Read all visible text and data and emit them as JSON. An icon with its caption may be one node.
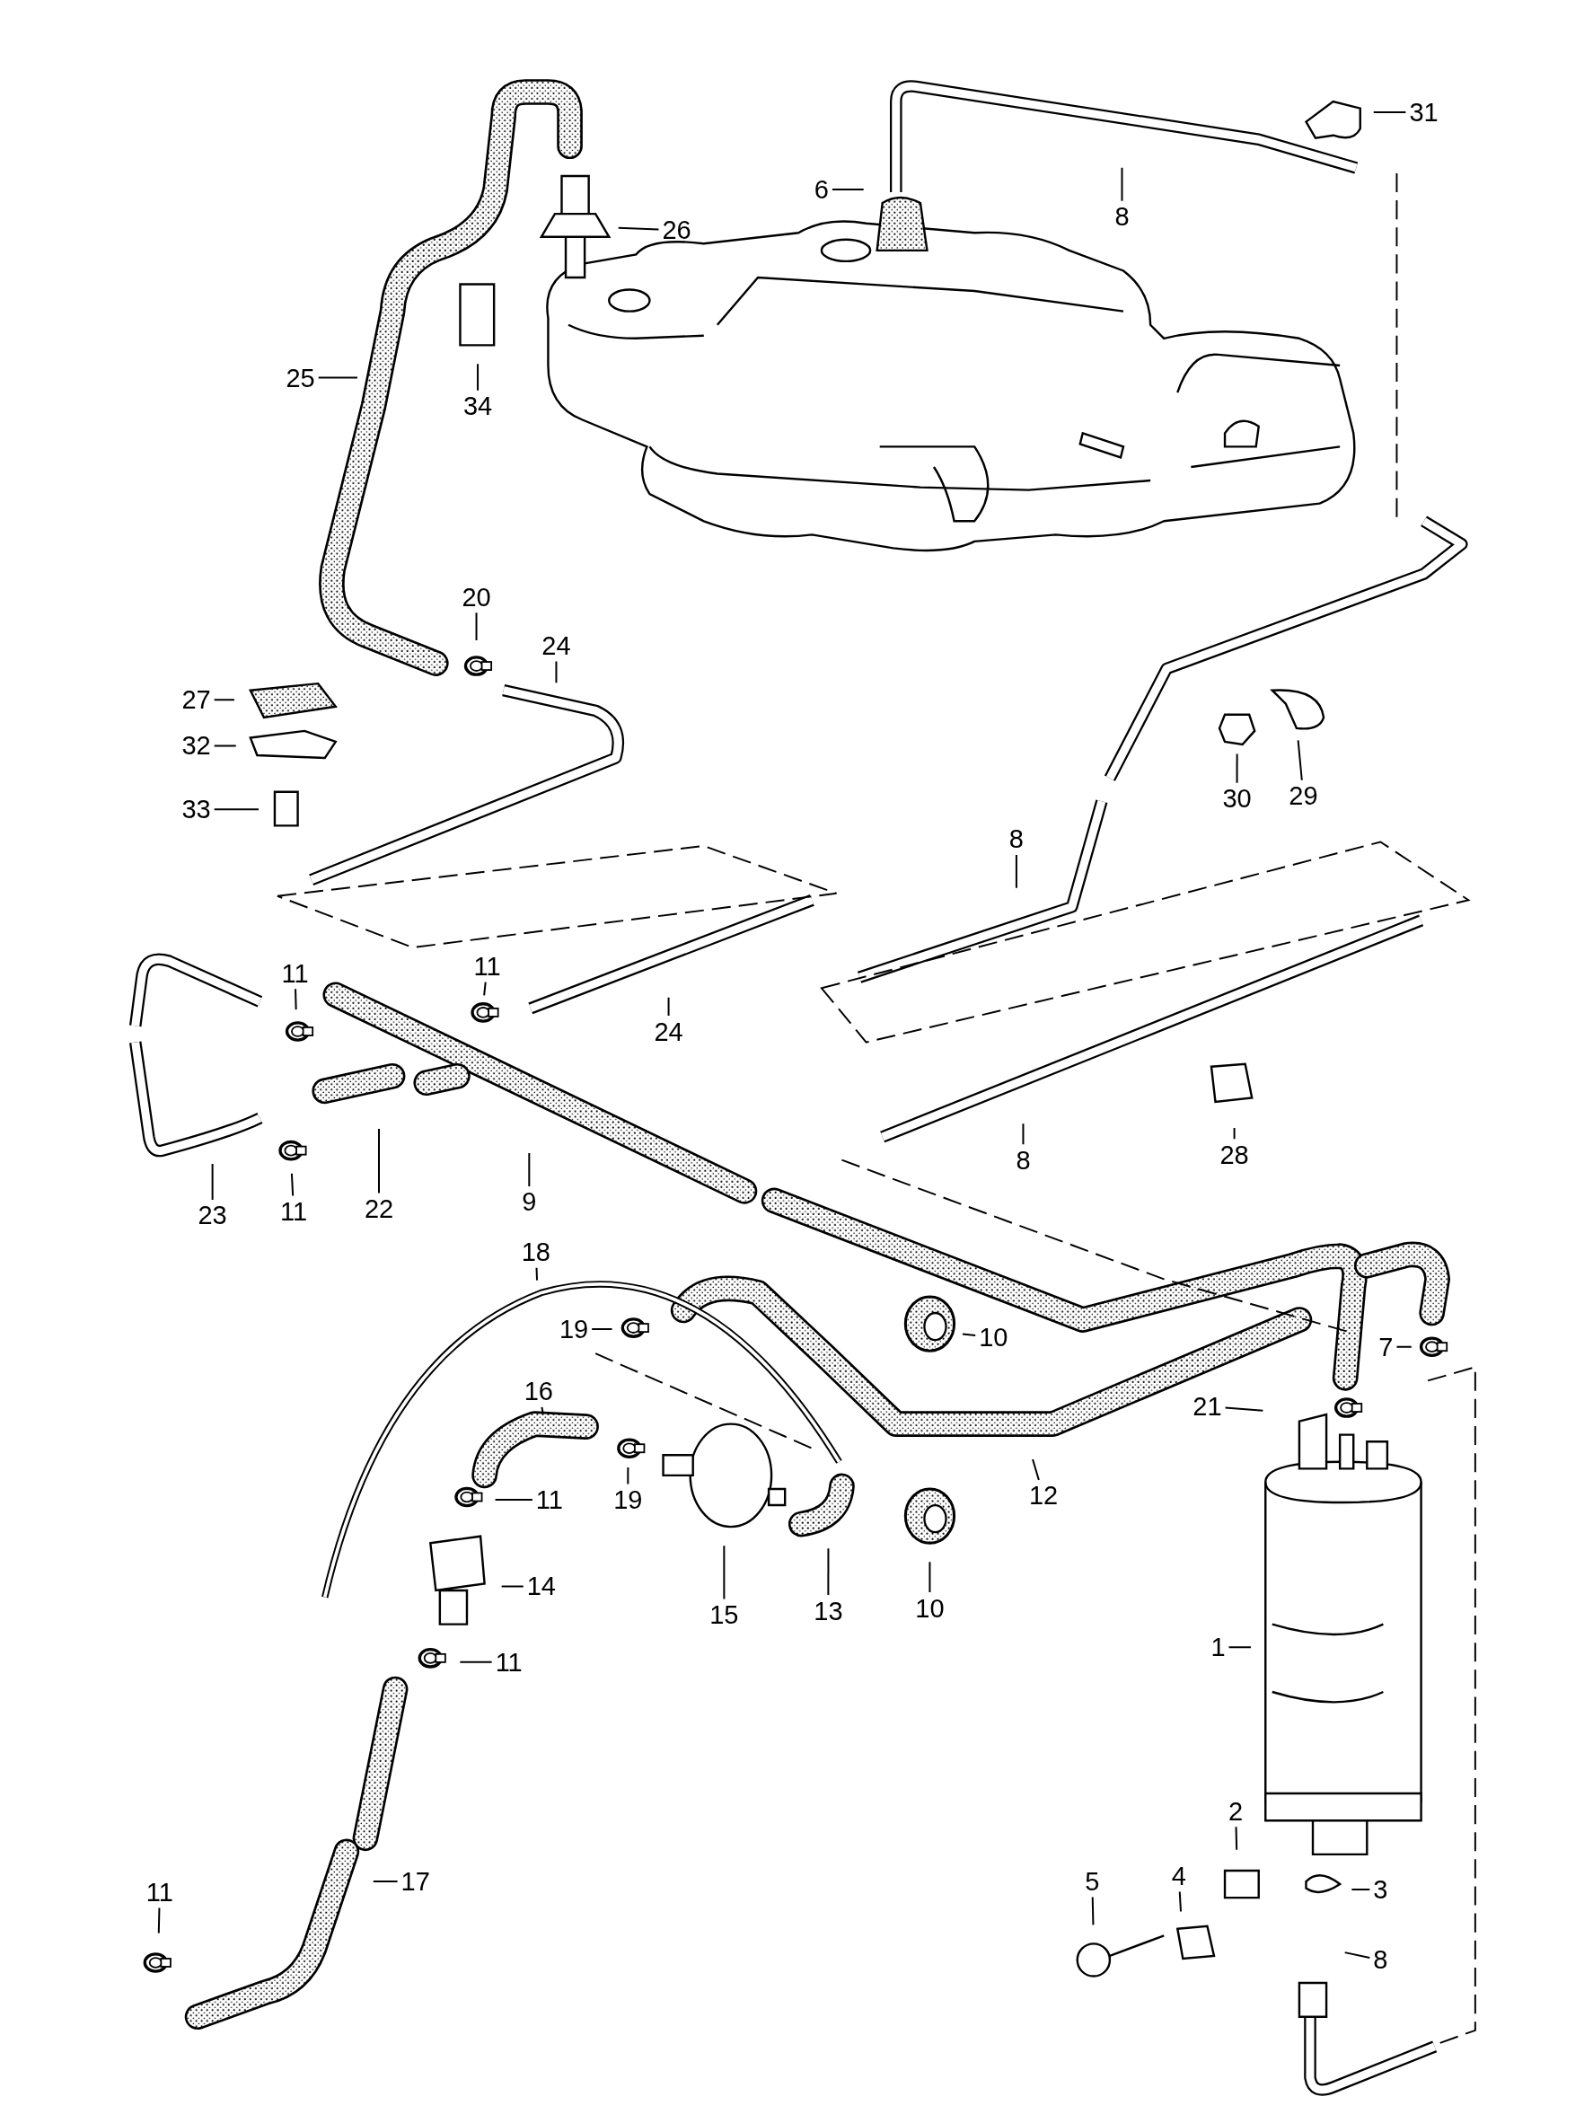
{
  "diagram": {
    "nodes": [
      {
        "text": [
          "31"
        ]
      },
      {
        "text": [
          "6"
        ]
      },
      {
        "text": [
          "26"
        ]
      },
      {
        "text": [
          "8"
        ]
      },
      {
        "text": [
          "25"
        ]
      },
      {
        "text": [
          "34"
        ]
      },
      {
        "text": [
          "20"
        ]
      },
      {
        "text": [
          "24"
        ]
      },
      {
        "text": [
          "27"
        ]
      },
      {
        "text": [
          "32"
        ]
      },
      {
        "text": [
          "30"
        ]
      },
      {
        "text": [
          "29"
        ]
      },
      {
        "text": [
          "33"
        ]
      },
      {
        "text": [
          "8"
        ]
      },
      {
        "text": [
          "11"
        ]
      },
      {
        "text": [
          "11"
        ]
      },
      {
        "text": [
          "24"
        ]
      },
      {
        "text": [
          "28"
        ]
      },
      {
        "text": [
          "8"
        ]
      },
      {
        "text": [
          "11"
        ]
      },
      {
        "text": [
          "23"
        ]
      },
      {
        "text": [
          "22"
        ]
      },
      {
        "text": [
          "9"
        ]
      },
      {
        "text": [
          "18"
        ]
      },
      {
        "text": [
          "19"
        ]
      },
      {
        "text": [
          "10"
        ]
      },
      {
        "text": [
          "7"
        ]
      },
      {
        "text": [
          "16"
        ]
      },
      {
        "text": [
          "21"
        ]
      },
      {
        "text": [
          "12"
        ]
      },
      {
        "text": [
          "11"
        ]
      },
      {
        "text": [
          "19"
        ]
      },
      {
        "text": [
          "14"
        ]
      },
      {
        "text": [
          "15"
        ]
      },
      {
        "text": [
          "13"
        ]
      },
      {
        "text": [
          "10"
        ]
      },
      {
        "text": [
          "1"
        ]
      },
      {
        "text": [
          "11"
        ]
      },
      {
        "text": [
          "17"
        ]
      },
      {
        "text": [
          "2"
        ]
      },
      {
        "text": [
          "4"
        ]
      },
      {
        "text": [
          "3"
        ]
      },
      {
        "text": [
          "11"
        ]
      },
      {
        "text": [
          "5"
        ]
      },
      {
        "text": [
          "8"
        ]
      }
    ],
    "edges": [
      {
        "from": 0,
        "to": null,
        "arrow": "none"
      },
      {
        "from": 1,
        "to": null,
        "arrow": "none"
      },
      {
        "from": 2,
        "to": null,
        "arrow": "none"
      },
      {
        "from": 3,
        "to": null,
        "arrow": "none"
      },
      {
        "from": 4,
        "to": null,
        "arrow": "none"
      },
      {
        "from": 5,
        "to": null,
        "arrow": "none"
      },
      {
        "from": 6,
        "to": null,
        "arrow": "none"
      },
      {
        "from": 7,
        "to": null,
        "arrow": "none"
      },
      {
        "from": 8,
        "to": null,
        "arrow": "none"
      },
      {
        "from": 9,
        "to": null,
        "arrow": "none"
      },
      {
        "from": 10,
        "to": null,
        "arrow": "none"
      },
      {
        "from": 11,
        "to": null,
        "arrow": "none"
      },
      {
        "from": 12,
        "to": null,
        "arrow": "none"
      },
      {
        "from": 13,
        "to": null,
        "arrow": "none"
      },
      {
        "from": 14,
        "to": null,
        "arrow": "none"
      },
      {
        "from": 15,
        "to": null,
        "arrow": "none"
      },
      {
        "from": 16,
        "to": null,
        "arrow": "none"
      },
      {
        "from": 17,
        "to": null,
        "arrow": "none"
      },
      {
        "from": 18,
        "to": null,
        "arrow": "none"
      },
      {
        "from": 19,
        "to": null,
        "arrow": "none"
      },
      {
        "from": 20,
        "to": null,
        "arrow": "none"
      },
      {
        "from": 21,
        "to": null,
        "arrow": "none"
      },
      {
        "from": 22,
        "to": null,
        "arrow": "none"
      },
      {
        "from": 23,
        "to": null,
        "arrow": "none"
      },
      {
        "from": 24,
        "to": null,
        "arrow": "none"
      },
      {
        "from": 25,
        "to": null,
        "arrow": "none"
      },
      {
        "from": 26,
        "to": null,
        "arrow": "none"
      },
      {
        "from": 27,
        "to": null,
        "arrow": "none"
      },
      {
        "from": 28,
        "to": null,
        "arrow": "none"
      },
      {
        "from": 29,
        "to": null,
        "arrow": "none"
      },
      {
        "from": 30,
        "to": null,
        "arrow": "none"
      },
      {
        "from": 31,
        "to": null,
        "arrow": "none"
      },
      {
        "from": 32,
        "to": null,
        "arrow": "none"
      },
      {
        "from": 33,
        "to": null,
        "arrow": "none"
      },
      {
        "from": 34,
        "to": null,
        "arrow": "none"
      },
      {
        "from": 35,
        "to": null,
        "arrow": "none"
      },
      {
        "from": 36,
        "to": null,
        "arrow": "none"
      },
      {
        "from": 37,
        "to": null,
        "arrow": "none"
      },
      {
        "from": 38,
        "to": null,
        "arrow": "none"
      },
      {
        "from": 39,
        "to": null,
        "arrow": "none"
      },
      {
        "from": 40,
        "to": null,
        "arrow": "none"
      },
      {
        "from": 41,
        "to": null,
        "arrow": "none"
      },
      {
        "from": 42,
        "to": null,
        "arrow": "none"
      },
      {
        "from": 43,
        "to": null,
        "arrow": "none"
      },
      {
        "from": 44,
        "to": null,
        "arrow": "none"
      }
    ]
  }
}
